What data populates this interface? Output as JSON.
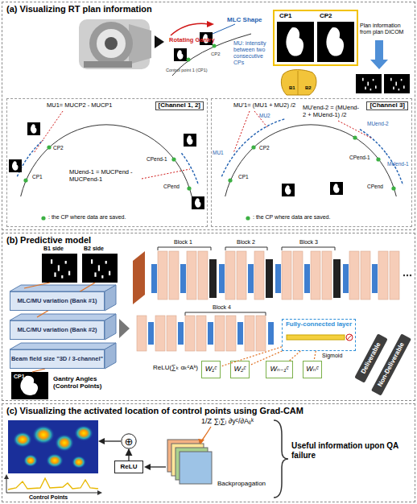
{
  "diagram": {
    "nodes": [
      {
        "text": [
          "(a) Visualizing RT plan information"
        ]
      },
      {
        "text": [
          "[Channel 1, 2]"
        ],
        "in": 0
      },
      {
        "text": [
          "[Channel 3]"
        ],
        "in": 0
      },
      {
        "text": [
          "(b) Predictive model"
        ]
      },
      {
        "text": [
          "MLC/MU variation (Bank #1)"
        ],
        "in": 3
      },
      {
        "text": [
          "MLC/MU variation (Bank #2)"
        ],
        "in": 3
      },
      {
        "text": [
          "Beam field size \"3D / 3-channel\""
        ],
        "in": 3
      },
      {
        "text": [
          "Fully-connected layer"
        ],
        "in": 3
      },
      {
        "text": [
          "W₁ᶜ"
        ],
        "in": 3
      },
      {
        "text": [
          "W₂ᶜ"
        ],
        "in": 3
      },
      {
        "text": [
          "Wₙ₋₁ᶜ"
        ],
        "in": 3
      },
      {
        "text": [
          "Wₙᶜ"
        ],
        "in": 3
      },
      {
        "text": [
          "Deliverable"
        ],
        "in": 3
      },
      {
        "text": [
          "Non-Deliverable"
        ],
        "in": 3
      },
      {
        "text": [
          "(c) Visualizing the activated location of control points using Grad-CAM"
        ]
      },
      {
        "text": [
          "ReLU"
        ],
        "in": 14
      },
      {
        "text": [
          "⊕"
        ],
        "in": 14
      }
    ],
    "edges": [
      {
        "from": 7,
        "to": 8,
        "arrow": "none"
      },
      {
        "from": 7,
        "to": 9,
        "arrow": "none"
      },
      {
        "from": 7,
        "to": 10,
        "arrow": "none"
      },
      {
        "from": 7,
        "to": 11,
        "arrow": "none"
      },
      {
        "from": 15,
        "to": 16,
        "arrow": "to"
      }
    ],
    "labels": [
      "MLC Shape",
      "Rotating Gantry",
      "Control point 1 (CP1)",
      "CP2",
      "MU: intensity between two consecutive CPs",
      "CP1",
      "CP2",
      "Plan information from plan DICOM",
      "B1",
      "B2",
      "MU1= MUCP2 - MUCP1",
      "CP1",
      "CP2",
      "MUend-1 = MUCPend - MUCPend-1",
      "CPend-1",
      "CPend",
      ": the CP where data are saved.",
      "MU'1= (MU1 + MU2) /2",
      "MU1",
      "MU2",
      "MU'end-2 = (MUend-2 + MUend-1) /2",
      "MUend-2",
      "MUend-1",
      "CP1",
      "CP2",
      "CPend-1",
      "CPend",
      ": the CP where data are saved.",
      "B1 side",
      "B2 side",
      "CP1",
      "Gantry Angles (Control Points)",
      "Block 1",
      "Block 2",
      "Block 3",
      "Block 4",
      "Sigmoid",
      "ReLU(∑ₖ αₖᶜAᵏ)",
      "Control Points",
      "1/Z ∑ᵢ∑ⱼ ∂yᶜ/∂Aᵢⱼᵏ",
      "Backpropagation",
      "Useful information upon QA failure"
    ]
  }
}
